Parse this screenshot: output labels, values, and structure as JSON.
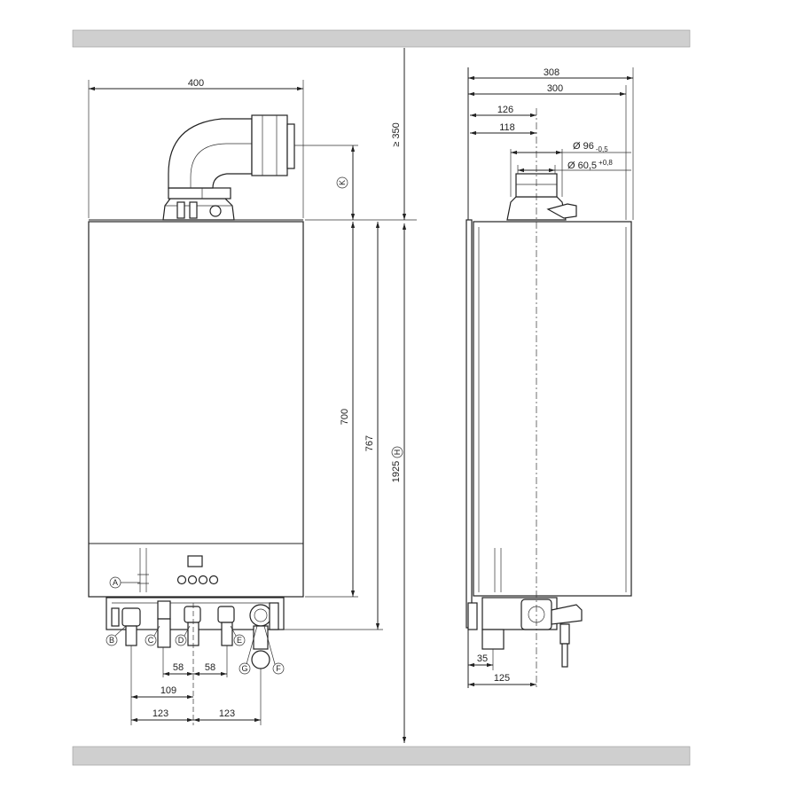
{
  "colors": {
    "band": "#cfcfcf",
    "line": "#222222"
  },
  "front": {
    "width": "400",
    "min_clearance": "≥ 350",
    "clearance_marker": "K",
    "case_height": "700",
    "bracket_height": "767",
    "total_height": "1925",
    "total_height_marker": "H",
    "spacing_a": "58",
    "spacing_b": "58",
    "spacing_c": "109",
    "spacing_d": "123",
    "spacing_e": "123"
  },
  "side": {
    "depth_outer": "308",
    "depth_inner": "300",
    "flue_offset_outer": "126",
    "flue_offset_inner": "118",
    "outer_diameter": "Ø 96",
    "outer_diameter_tol": "-0,5",
    "inner_diameter": "Ø 60,5",
    "inner_diameter_tol": "+0,8",
    "bottom_offset_a": "35",
    "bottom_offset_b": "125"
  },
  "connections": [
    "A",
    "B",
    "C",
    "D",
    "E",
    "F",
    "G"
  ]
}
